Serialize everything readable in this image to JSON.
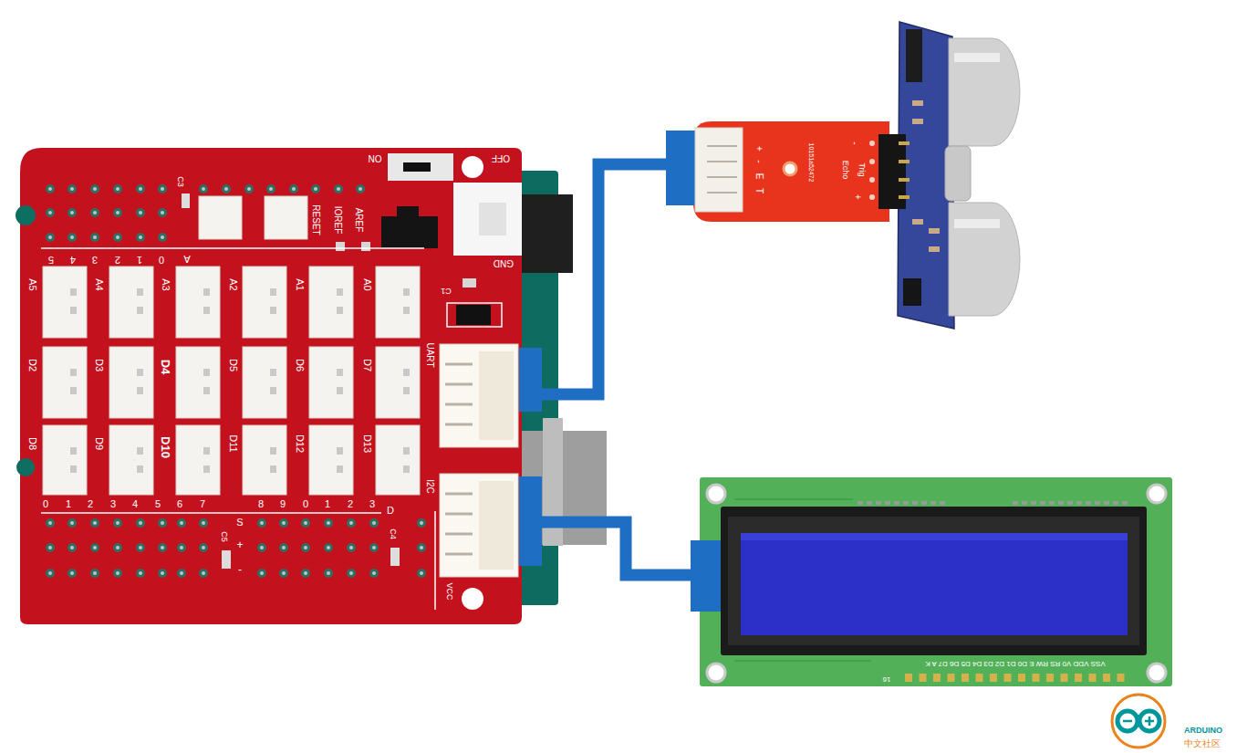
{
  "diagram": {
    "nodes": [
      {
        "text": [
          "ON",
          "OFF",
          "C3",
          "RESET",
          "IOREF",
          "AREF",
          "GND",
          "5",
          "4",
          "3",
          "2",
          "1",
          "0",
          "A",
          "C1",
          "A5",
          "A4",
          "A3",
          "A2",
          "A1",
          "A0",
          "D2",
          "D3",
          "D4",
          "D5",
          "D6",
          "D7",
          "D8",
          "D9",
          "D10",
          "D11",
          "D12",
          "D13",
          "0",
          "1",
          "2",
          "3",
          "4",
          "5",
          "6",
          "7",
          "8",
          "9",
          "0",
          "1",
          "2",
          "3",
          "D",
          "S",
          "C5",
          "+",
          "-",
          "C4",
          "VCC"
        ]
      },
      {
        "text": [
          "UART"
        ],
        "in": 0
      },
      {
        "text": [
          "I2C"
        ],
        "in": 0
      },
      {
        "text": [
          "+",
          "-",
          "E",
          "T",
          "10151a52472",
          "-",
          "Echo",
          "Trig",
          "+"
        ]
      },
      {
        "text": [
          "16",
          "VSS VDD V0 RS RW E D0 D1 D2 D3 D4 D5 D6 D7 A K"
        ]
      }
    ],
    "edges": [
      {
        "from": 1,
        "to": 3,
        "arrow": "none"
      },
      {
        "from": 2,
        "to": 4,
        "arrow": "none"
      }
    ],
    "labels": [
      "ARDUINO",
      "中文社区"
    ]
  }
}
